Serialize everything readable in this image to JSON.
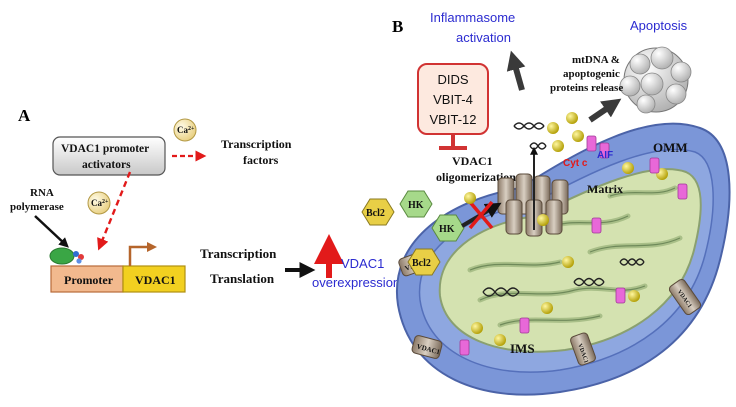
{
  "panel_a": {
    "letter": "A",
    "promoter_box": {
      "bold": "VDAC1",
      "rest": " promoter",
      "line2": "activators"
    },
    "ca_label": "Ca",
    "ca_sup": "2+",
    "transcription_factors": [
      "Transcription",
      "factors"
    ],
    "rna_polymerase": [
      "RNA",
      "polymerase"
    ],
    "promoter": "Promoter",
    "vdac1_gene": "VDAC1",
    "transcription": "Transcription",
    "translation": "Translation",
    "overexpression": [
      "VDAC1",
      "overexpression"
    ]
  },
  "panel_b": {
    "letter": "B",
    "inflammasome": [
      "Inflammasome",
      "activation"
    ],
    "apoptosis": "Apoptosis",
    "inhibitors": [
      "DIDS",
      "VBIT-4",
      "VBIT-12"
    ],
    "oligomerization": [
      "VDAC1",
      "oligomerization"
    ],
    "mtdna": [
      "mtDNA &",
      "apoptogenic",
      "proteins release"
    ],
    "cytc": "Cyt c",
    "aif": "AIF",
    "omm": "OMM",
    "matrix": "Matrix",
    "ims": "IMS",
    "bcl2": "Bcl2",
    "hk": "HK",
    "vdac1_channel": "VDAC1"
  },
  "colors": {
    "outer_membrane": "#7b96d8",
    "inner_membrane": "#d4e2b0",
    "blue_text": "#2b2bd0",
    "red": "#e21a1a",
    "promoter_fill": "#f2b98e",
    "vdac1_fill": "#f2d020",
    "ca_fill": "#f5e3a6",
    "bcl2_fill": "#e8cf46",
    "hk_fill": "#a6d98a",
    "ball": "#c9b400",
    "pink_protein": "#e868d8"
  }
}
